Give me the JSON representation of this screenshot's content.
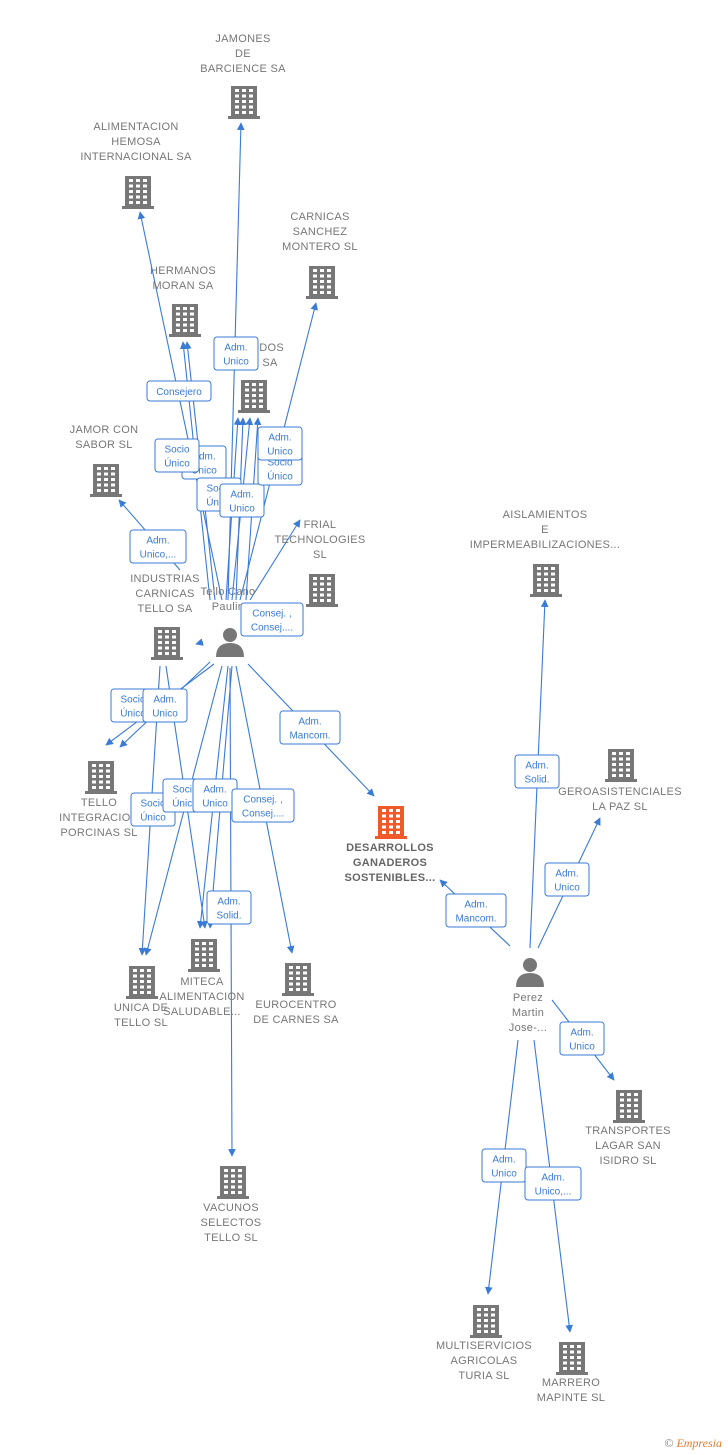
{
  "colors": {
    "edge": "#3a7bd5",
    "company": "#777777",
    "focus": "#f05a28",
    "person": "#777777"
  },
  "companies": [
    {
      "id": "jamones",
      "lines": [
        "JAMONES",
        "DE",
        "BARCIENCE SA"
      ]
    },
    {
      "id": "hemosa",
      "lines": [
        "ALIMENTACION",
        "HEMOSA",
        "INTERNACIONAL SA"
      ]
    },
    {
      "id": "carnicas-sanchez",
      "lines": [
        "CARNICAS",
        "SANCHEZ",
        "MONTERO  SL"
      ]
    },
    {
      "id": "hermanos-moran",
      "lines": [
        "HERMANOS",
        "MORAN SA"
      ]
    },
    {
      "id": "idos",
      "lines": [
        "IDOS",
        "SA"
      ]
    },
    {
      "id": "jamor",
      "lines": [
        "JAMOR CON",
        "SABOR  SL"
      ]
    },
    {
      "id": "frial",
      "lines": [
        "FRIAL",
        "TECHNOLOGIES",
        "SL"
      ]
    },
    {
      "id": "industrias",
      "lines": [
        "INDUSTRIAS",
        "CARNICAS",
        "TELLO SA"
      ]
    },
    {
      "id": "aislamientos",
      "lines": [
        "AISLAMIENTOS",
        "E",
        "IMPERMEABILIZACIONES..."
      ]
    },
    {
      "id": "tello-integracion",
      "lines": [
        "TELLO",
        "INTEGRACION",
        "PORCINAS SL"
      ]
    },
    {
      "id": "geroasistenciales",
      "lines": [
        "GEROASISTENCIALES",
        "LA PAZ  SL"
      ]
    },
    {
      "id": "desarrollos",
      "lines": [
        "DESARROLLOS",
        "GANADEROS",
        "SOSTENIBLES..."
      ],
      "focus": true
    },
    {
      "id": "unica",
      "lines": [
        "UNICA DE",
        "TELLO  SL"
      ]
    },
    {
      "id": "miteca",
      "lines": [
        "MITECA",
        "ALIMENTACION",
        "SALUDABLE..."
      ]
    },
    {
      "id": "eurocentro",
      "lines": [
        "EUROCENTRO",
        "DE CARNES SA"
      ]
    },
    {
      "id": "transportes",
      "lines": [
        "TRANSPORTES",
        "LAGAR SAN",
        "ISIDRO  SL"
      ]
    },
    {
      "id": "vacunos",
      "lines": [
        "VACUNOS",
        "SELECTOS",
        "TELLO  SL"
      ]
    },
    {
      "id": "multiservicios",
      "lines": [
        "MULTISERVICIOS",
        "AGRICOLAS",
        "TURIA SL"
      ]
    },
    {
      "id": "marrero",
      "lines": [
        "MARRERO",
        "MAPINTE  SL"
      ]
    }
  ],
  "persons": [
    {
      "id": "tello",
      "lines": [
        "Tello Cano",
        "Paulin"
      ]
    },
    {
      "id": "perez",
      "lines": [
        "Perez",
        "Martin",
        "Jose-..."
      ]
    }
  ],
  "edge_labels": [
    {
      "id": "l1",
      "lines": [
        "Adm.",
        "Unico"
      ]
    },
    {
      "id": "l2",
      "lines": [
        "Consejero"
      ]
    },
    {
      "id": "l3",
      "lines": [
        "Adm.",
        "Unico"
      ]
    },
    {
      "id": "l4",
      "lines": [
        "Socio",
        "Único"
      ]
    },
    {
      "id": "l5",
      "lines": [
        "Socio",
        "Único"
      ]
    },
    {
      "id": "l6",
      "lines": [
        "Adm.",
        "Unico"
      ]
    },
    {
      "id": "l7",
      "lines": [
        "Socio",
        "Único"
      ]
    },
    {
      "id": "l8",
      "lines": [
        "Adm.",
        "Unico"
      ]
    },
    {
      "id": "l9",
      "lines": [
        "Adm.",
        "Unico,..."
      ]
    },
    {
      "id": "l10",
      "lines": [
        "Consej. ,",
        "Consej...."
      ]
    },
    {
      "id": "l11",
      "lines": [
        "Socio",
        "Único"
      ]
    },
    {
      "id": "l12",
      "lines": [
        "Adm.",
        "Unico"
      ]
    },
    {
      "id": "l13",
      "lines": [
        "Adm.",
        "Mancom."
      ]
    },
    {
      "id": "l14",
      "lines": [
        "Socio",
        "Único"
      ]
    },
    {
      "id": "l15",
      "lines": [
        "Socio",
        "Único"
      ]
    },
    {
      "id": "l16",
      "lines": [
        "Adm.",
        "Unico"
      ]
    },
    {
      "id": "l17",
      "lines": [
        "Consej. ,",
        "Consej...."
      ]
    },
    {
      "id": "l18",
      "lines": [
        "Adm.",
        "Solid."
      ]
    },
    {
      "id": "l19",
      "lines": [
        "Adm.",
        "Solid."
      ]
    },
    {
      "id": "l20",
      "lines": [
        "Adm.",
        "Unico"
      ]
    },
    {
      "id": "l21",
      "lines": [
        "Adm.",
        "Mancom."
      ]
    },
    {
      "id": "l22",
      "lines": [
        "Adm.",
        "Unico"
      ]
    },
    {
      "id": "l23",
      "lines": [
        "Adm.",
        "Unico"
      ]
    },
    {
      "id": "l24",
      "lines": [
        "Adm.",
        "Unico,..."
      ]
    }
  ],
  "footer": {
    "symbol": "©",
    "brand": "Empresia"
  }
}
